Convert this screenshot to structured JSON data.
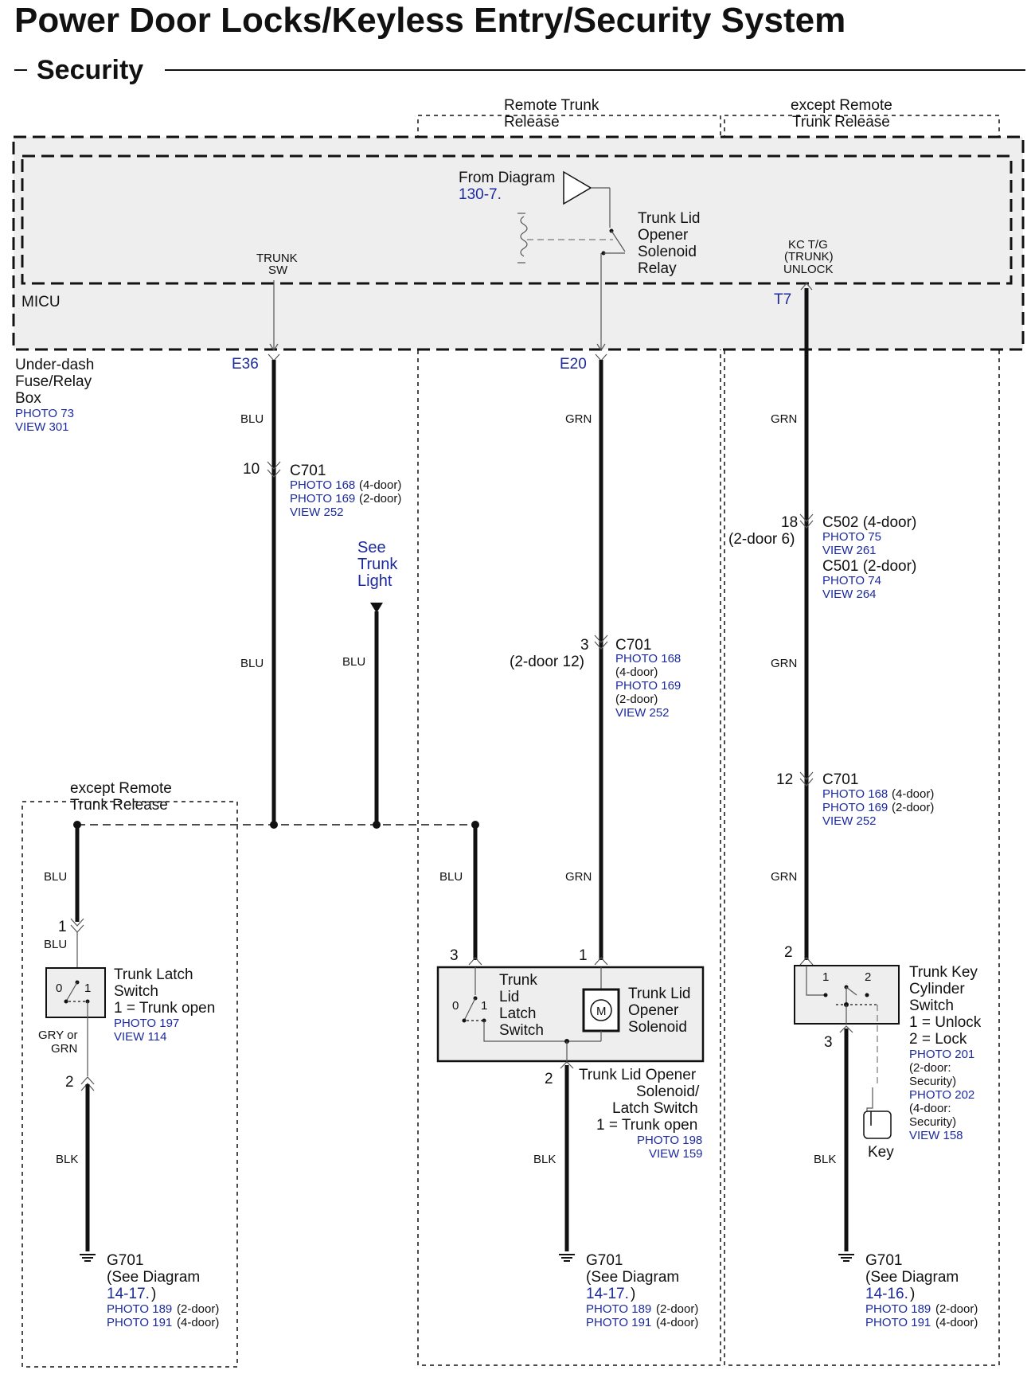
{
  "header": {
    "title": "Power Door Locks/Keyless Entry/Security System",
    "subtitle": "Security"
  },
  "sections": {
    "remote_trunk": [
      "Remote Trunk",
      "Release"
    ],
    "except_remote_top": [
      "except Remote",
      "Trunk Release"
    ],
    "except_remote_left": [
      "except Remote",
      "Trunk Release"
    ]
  },
  "micu": {
    "label": "MICU",
    "trunk_sw": [
      "TRUNK",
      "SW"
    ],
    "from_diagram": "From Diagram",
    "from_diagram_ref": "130-7.",
    "relay_label": [
      "Trunk Lid",
      "Opener",
      "Solenoid",
      "Relay"
    ],
    "kc_label": [
      "KC T/G",
      "(TRUNK)",
      "UNLOCK"
    ],
    "term_e36": "E36",
    "term_e20": "E20",
    "term_t7": "T7"
  },
  "fusebox": {
    "label": [
      "Under-dash",
      "Fuse/Relay",
      "Box"
    ],
    "photo": "PHOTO 73",
    "view": "VIEW 301"
  },
  "wires": {
    "blu": "BLU",
    "grn": "GRN",
    "blk": "BLK",
    "gry_or_grn": [
      "GRY or",
      "GRN"
    ]
  },
  "c701_left": {
    "pin": "10",
    "name": "C701",
    "photo1": "PHOTO 168",
    "photo1_note": "(4-door)",
    "photo2": "PHOTO 169",
    "photo2_note": "(2-door)",
    "view": "VIEW 252"
  },
  "see_trunk_light": [
    "See",
    "Trunk",
    "Light"
  ],
  "c701_mid": {
    "pin": "3",
    "pin_alt": "(2-door 12)",
    "name": "C701",
    "photo1": "PHOTO 168",
    "photo1_note": "(4-door)",
    "photo2": "PHOTO 169",
    "photo2_note": "(2-door)",
    "view": "VIEW 252"
  },
  "c502": {
    "pin": "18",
    "pin_alt": "(2-door 6)",
    "name": "C502 (4-door)",
    "photo": "PHOTO 75",
    "view": "VIEW 261",
    "name2": "C501 (2-door)",
    "photo2": "PHOTO 74",
    "view2": "VIEW 264"
  },
  "c701_right": {
    "pin": "12",
    "name": "C701",
    "photo1": "PHOTO 168",
    "photo1_note": "(4-door)",
    "photo2": "PHOTO 169",
    "photo2_note": "(2-door)",
    "view": "VIEW 252"
  },
  "trunk_latch_switch": {
    "pin_top": "1",
    "pin_bottom": "2",
    "label": [
      "Trunk Latch",
      "Switch",
      "1 = Trunk open"
    ],
    "photo": "PHOTO 197",
    "view": "VIEW 114",
    "pos0": "0",
    "pos1": "1"
  },
  "solenoid_assembly": {
    "pin3": "3",
    "pin1": "1",
    "pin2": "2",
    "latch_label": [
      "Trunk",
      "Lid",
      "Latch",
      "Switch"
    ],
    "solenoid_label": [
      "Trunk Lid",
      "Opener",
      "Solenoid"
    ],
    "motor": "M",
    "caption": [
      "Trunk Lid Opener",
      "Solenoid/",
      "Latch Switch",
      "1 = Trunk open"
    ],
    "photo": "PHOTO 198",
    "view": "VIEW 159",
    "pos0": "0",
    "pos1": "1"
  },
  "key_cylinder": {
    "pin_top": "2",
    "pin_bottom": "3",
    "label": [
      "Trunk Key",
      "Cylinder",
      "Switch",
      "1 = Unlock",
      "2 = Lock"
    ],
    "photo1": "PHOTO 201",
    "photo1_note": [
      "(2-door:",
      "Security)"
    ],
    "photo2": "PHOTO 202",
    "photo2_note": [
      "(4-door:",
      "Security)"
    ],
    "view": "VIEW 158",
    "key": "Key",
    "pos1": "1",
    "pos2": "2"
  },
  "grounds": {
    "left": {
      "name": "G701",
      "see": "(See Diagram",
      "ref": "14-17.",
      "close": ")",
      "photo1": "PHOTO 189",
      "note1": "(2-door)",
      "photo2": "PHOTO 191",
      "note2": "(4-door)"
    },
    "mid": {
      "name": "G701",
      "see": "(See Diagram",
      "ref": "14-17.",
      "close": ")",
      "photo1": "PHOTO 189",
      "note1": "(2-door)",
      "photo2": "PHOTO 191",
      "note2": "(4-door)"
    },
    "right": {
      "name": "G701",
      "see": "(See Diagram",
      "ref": "14-16.",
      "close": ")",
      "photo1": "PHOTO 189",
      "note1": "(2-door)",
      "photo2": "PHOTO 191",
      "note2": "(4-door)"
    }
  }
}
